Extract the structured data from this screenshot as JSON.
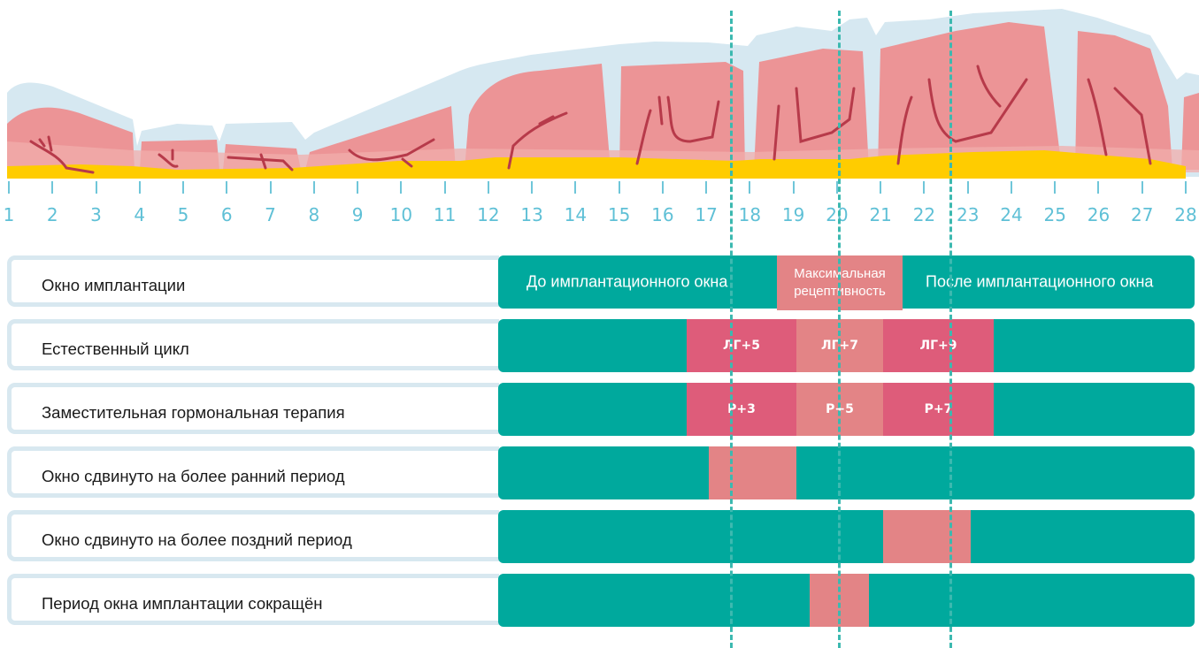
{
  "colors": {
    "teal": "#00a99d",
    "pink_strong": "#de5c7a",
    "pink_light": "#e38486",
    "endometrium": "#e8898b",
    "endometrium_light": "#f0a4a4",
    "surface_blue": "#d6e8f1",
    "base_yellow": "#ffcc00",
    "vessels": "#b73a4a",
    "day_numbers": "#5fc0d6",
    "dashed_lines": "#3cb9b0"
  },
  "timeline": {
    "days": [
      "1",
      "2",
      "3",
      "4",
      "5",
      "6",
      "7",
      "8",
      "9",
      "10",
      "11",
      "12",
      "13",
      "14",
      "15",
      "16",
      "17",
      "18",
      "19",
      "20",
      "21",
      "22",
      "23",
      "24",
      "25",
      "26",
      "27",
      "28"
    ]
  },
  "rows": [
    {
      "label": "Окно имплантации",
      "phases": {
        "before": "До имплантационного окна",
        "peak_line1": "Максимальная",
        "peak_line2": "рецептивность",
        "after": "После имплантационного окна"
      }
    },
    {
      "label": "Естественный цикл",
      "segments": [
        "ЛГ+5",
        "ЛГ+7",
        "ЛГ+9"
      ]
    },
    {
      "label": "Заместительная гормональная терапия",
      "segments": [
        "P+3",
        "P+5",
        "P+7"
      ]
    },
    {
      "label": "Окно сдвинуто на более ранний период"
    },
    {
      "label": "Окно сдвинуто на более поздний период"
    },
    {
      "label": "Период окна имплантации сокращён"
    }
  ]
}
